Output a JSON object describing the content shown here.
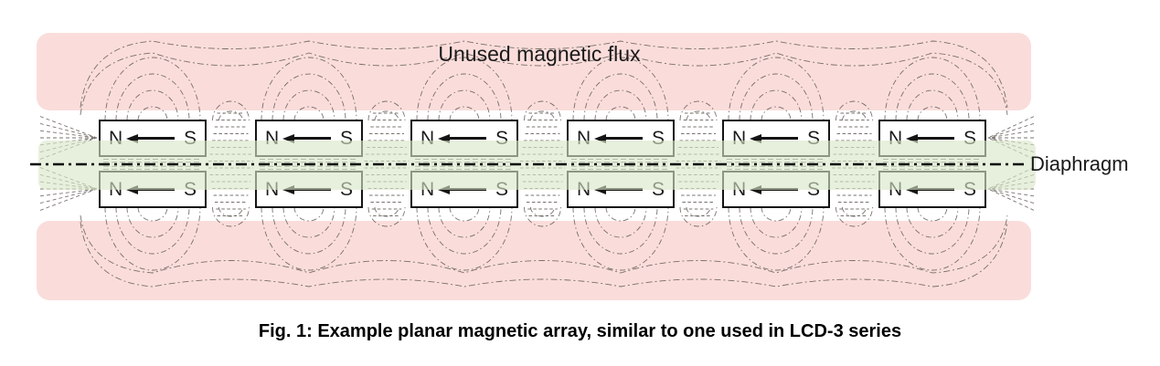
{
  "figure": {
    "unused_flux_label": "Unused magnetic flux",
    "diaphragm_label": "Diaphragm",
    "caption": "Fig. 1: Example planar magnetic array, similar to one used in LCD-3 series",
    "magnet": {
      "north_label": "N",
      "south_label": "S",
      "rows": 2,
      "columns": 6
    },
    "colors": {
      "unused_flux_region": "#fadddb",
      "diaphragm_region": "#d9e6c8",
      "flux_line": "#615b54",
      "magnet_border": "#141414",
      "magnet_fill": "#ffffff",
      "text": "#1a1a1a"
    }
  }
}
